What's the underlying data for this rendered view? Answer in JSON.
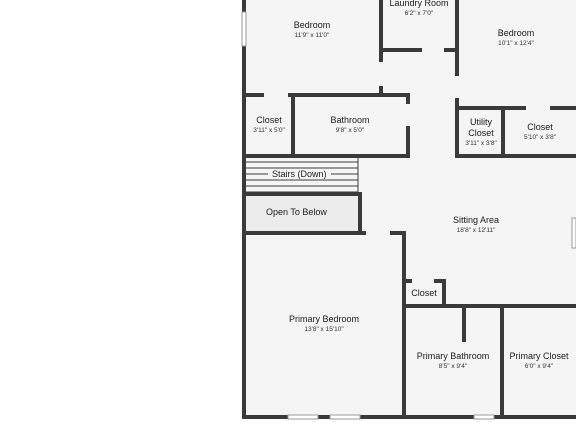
{
  "rooms": {
    "bedroom_1": {
      "name": "Bedroom",
      "dim": "11'9\" x 11'0\""
    },
    "laundry": {
      "name": "Laundry Room",
      "dim": "6'2\" x 7'0\""
    },
    "bedroom_2": {
      "name": "Bedroom",
      "dim": "10'1\" x 12'4\""
    },
    "closet_1": {
      "name": "Closet",
      "dim": "3'11\" x 5'0\""
    },
    "bathroom": {
      "name": "Bathroom",
      "dim": "9'8\" x 5'0\""
    },
    "utility_closet": {
      "name_line1": "Utility",
      "name_line2": "Closet",
      "dim": "3'11\" x 3'8\""
    },
    "closet_2": {
      "name": "Closet",
      "dim": "5'10\" x 3'8\""
    },
    "stairs": {
      "name": "Stairs (Down)"
    },
    "open_to_below": {
      "name": "Open To Below"
    },
    "sitting_area": {
      "name": "Sitting Area",
      "dim": "18'8\" x 12'11\""
    },
    "closet_3": {
      "name": "Closet"
    },
    "primary_bedroom": {
      "name": "Primary Bedroom",
      "dim": "13'8\" x 15'10\""
    },
    "primary_bathroom": {
      "name": "Primary Bathroom",
      "dim": "8'5\" x 9'4\""
    },
    "primary_closet": {
      "name": "Primary Closet",
      "dim": "6'0\" x 9'4\""
    }
  },
  "colors": {
    "wall": "#3a3a3a",
    "floor": "#f5f5f5",
    "window": "#c8c8c8"
  }
}
